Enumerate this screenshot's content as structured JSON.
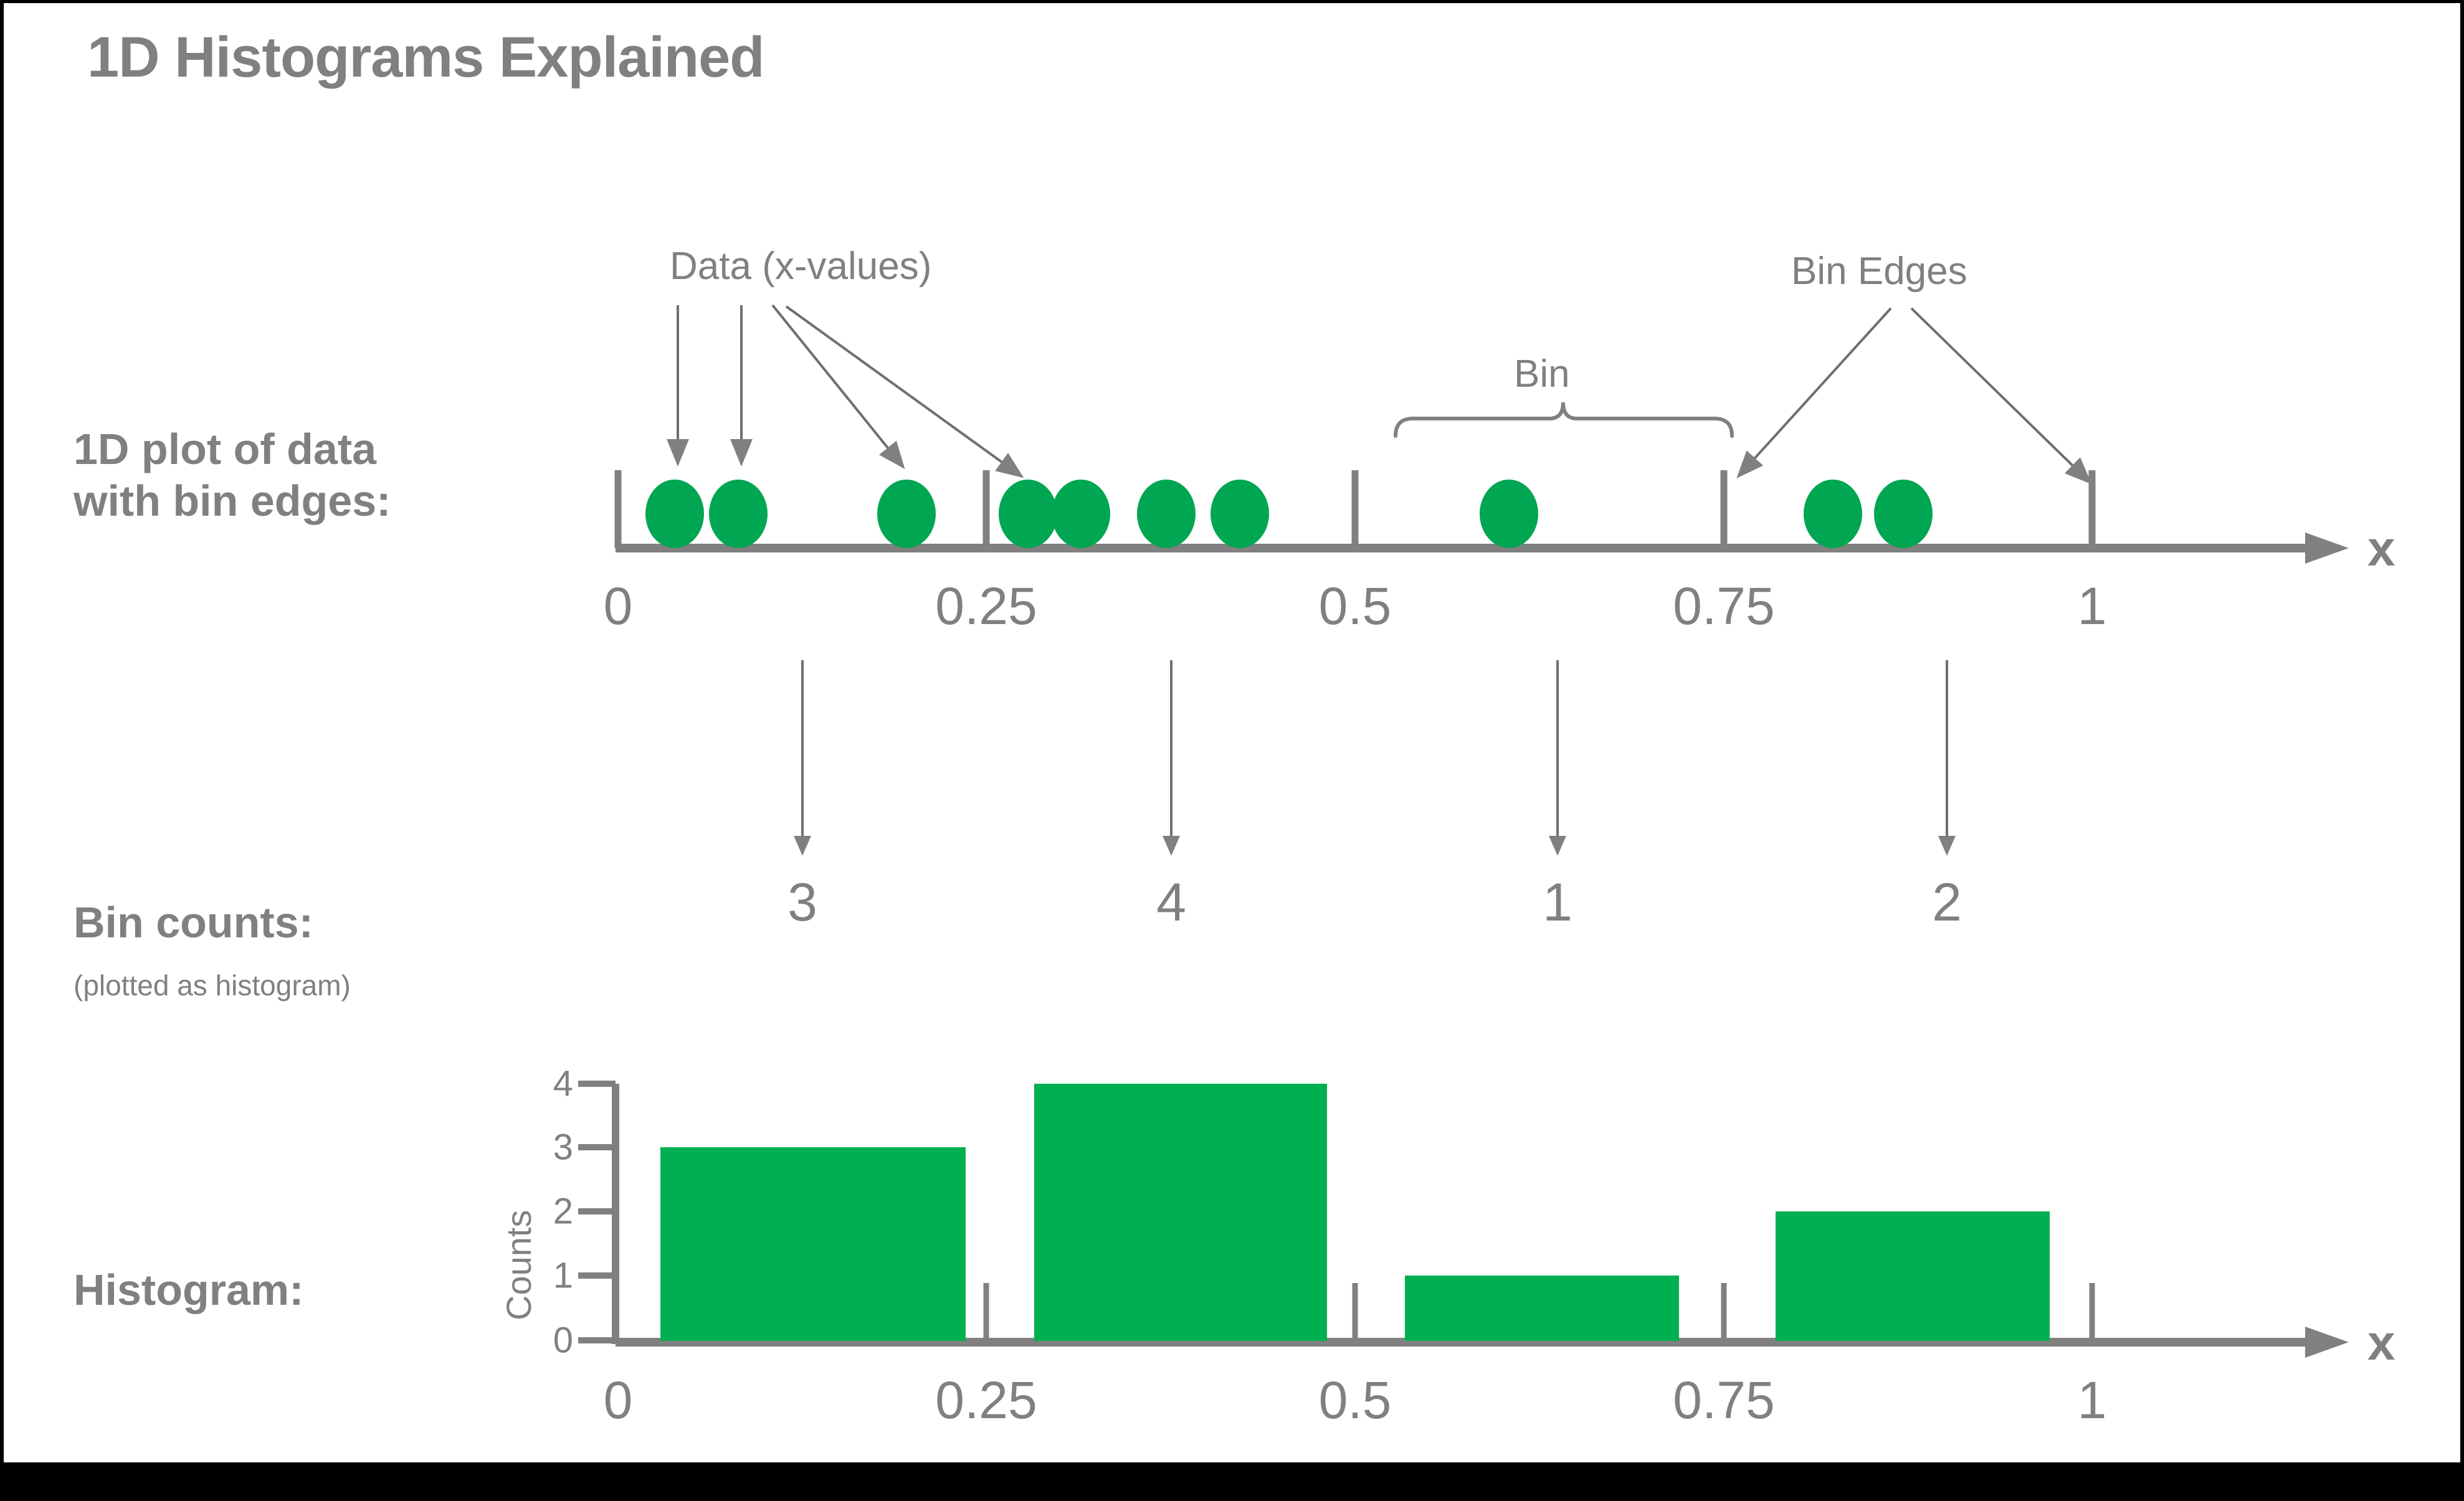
{
  "title": "1D Histograms Explained",
  "labels": {
    "row1": [
      "1D plot of data",
      "with bin edges:"
    ],
    "row2_main": "Bin counts:",
    "row2_sub": "(plotted as histogram)",
    "row3": "Histogram:",
    "annot_data": "Data (x-values)",
    "annot_bin": "Bin",
    "annot_bin_edges": "Bin Edges",
    "axis_x": "x",
    "axis_y": "Counts"
  },
  "colors": {
    "green": "#00B050",
    "gray": "#808080",
    "background": "#FFFFFF",
    "band": "#000000"
  },
  "chart_data": {
    "type": "bar",
    "title": "1D Histograms Explained",
    "xlabel": "x",
    "ylabel": "Counts",
    "bin_edges": [
      0,
      0.25,
      0.5,
      0.75,
      1
    ],
    "bin_edge_labels": [
      "0",
      "0.25",
      "0.5",
      "0.75",
      "1"
    ],
    "categories": [
      "0-0.25",
      "0.25-0.5",
      "0.5-0.75",
      "0.75-1"
    ],
    "values": [
      3,
      4,
      1,
      2
    ],
    "bin_count_labels": [
      "3",
      "4",
      "1",
      "2"
    ],
    "xlim": [
      0,
      1
    ],
    "ylim": [
      0,
      4
    ],
    "ytick_labels": [
      "0",
      "1",
      "2",
      "3",
      "4"
    ],
    "yticks": [
      0,
      1,
      2,
      3,
      4
    ],
    "grid": false,
    "legend": "none",
    "data_points": [
      0.035,
      0.075,
      0.165,
      0.258,
      0.295,
      0.345,
      0.395,
      0.59,
      0.805,
      0.855
    ],
    "n_points": 10,
    "annotations": [
      {
        "text": "Data (x-values)",
        "points_to": "green data dots"
      },
      {
        "text": "Bin",
        "points_to": "interval 0.5 to 0.75"
      },
      {
        "text": "Bin Edges",
        "points_to": "vertical tick marks at 0.75 and 1"
      }
    ]
  }
}
